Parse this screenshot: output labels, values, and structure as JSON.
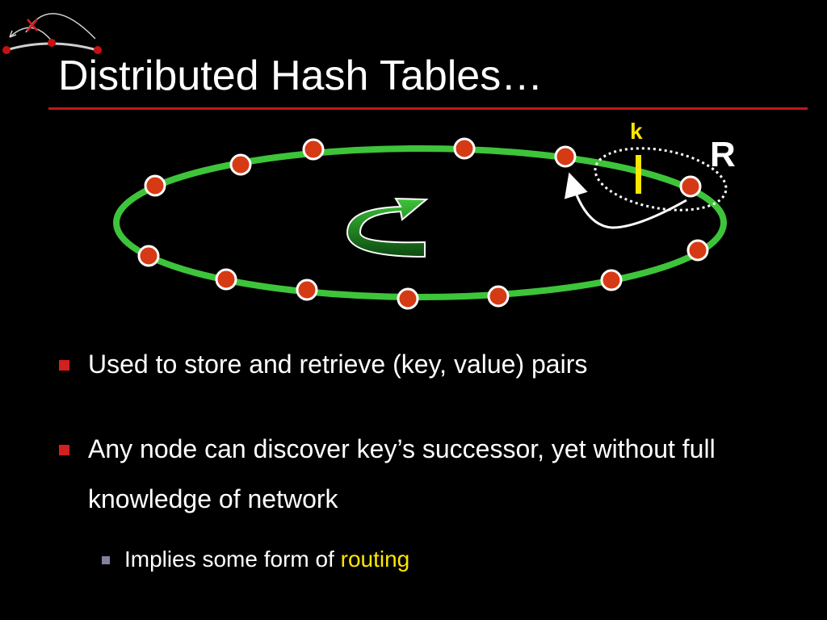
{
  "slide": {
    "title": "Distributed Hash Tables…",
    "colors": {
      "background": "#000000",
      "title_rule": "#c0181b",
      "ring": "#3ec43a",
      "node": "#d63a14",
      "key_label": "#ffe600",
      "bullet": "#d21f1f",
      "sub_bullet": "#8080a0",
      "highlight": "#ffe600"
    }
  },
  "diagram": {
    "key_label": "k",
    "responsible_label": "R"
  },
  "bullets": [
    {
      "text": "Used to store and retrieve (key, value) pairs"
    },
    {
      "text": "Any node can discover key’s successor, yet without full knowledge of network"
    }
  ],
  "sub_bullets": [
    {
      "text_before": "Implies some form of ",
      "highlight": "routing"
    }
  ]
}
